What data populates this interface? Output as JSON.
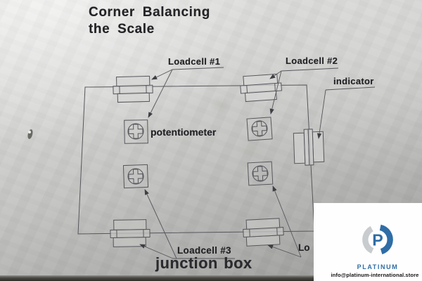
{
  "title": {
    "line1": "Corner Balancing",
    "line2": "the Scale"
  },
  "diagram": {
    "labels": {
      "loadcell1": "Loadcell #1",
      "loadcell2": "Loadcell #2",
      "loadcell3": "Loadcell #3",
      "loadcell4_partial": "Lo",
      "potentiometer": "potentiometer",
      "indicator": "indicator",
      "junction_box": "junction box"
    },
    "symbols": {
      "loadcell": "block-with-bar-icon",
      "potentiometer": "circle-cross-screw-icon",
      "indicator": "edge-connector-icon"
    },
    "colors": {
      "line": "#56565c",
      "text": "#222226"
    }
  },
  "watermark": {
    "logo_letter": "P",
    "brand": "PLATINUM",
    "email": "info@platinum-international.store",
    "colors": {
      "brand_blue": "#2f6da6",
      "leaf_gray": "#c8ccce",
      "card_bg": "#fefefe"
    }
  }
}
